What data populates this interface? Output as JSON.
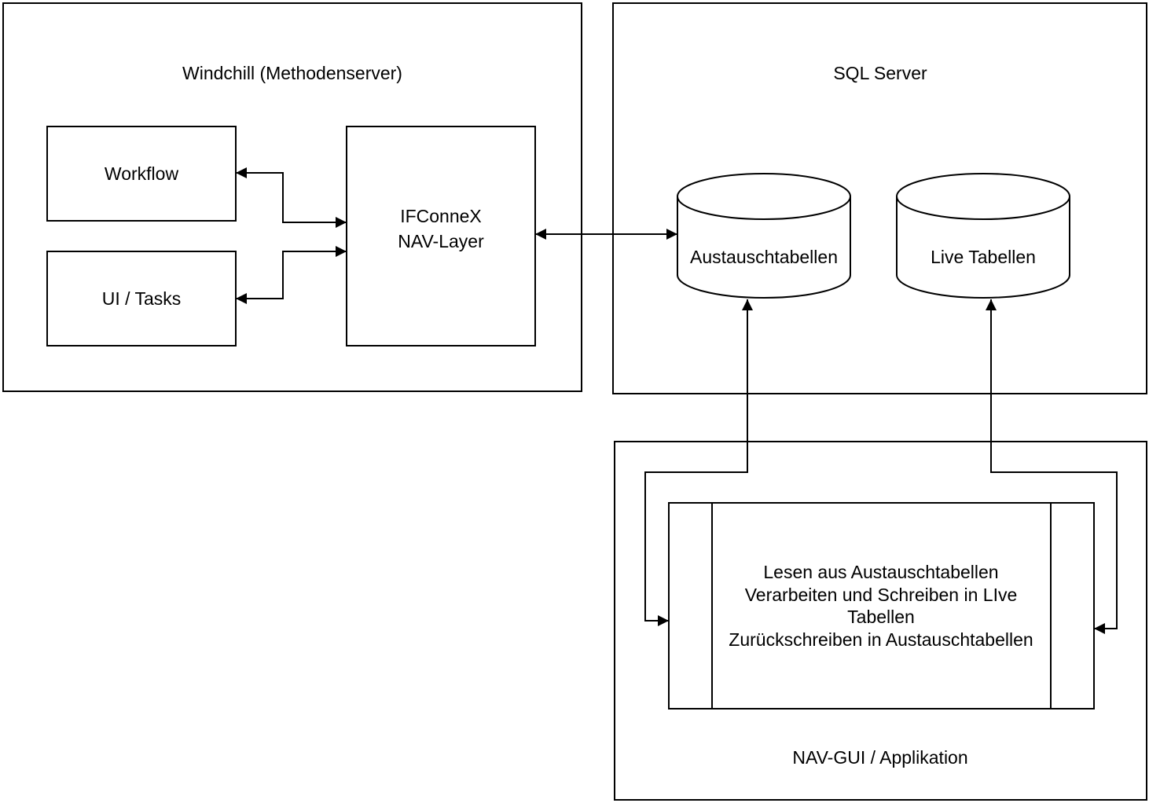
{
  "colors": {
    "stroke": "#000000",
    "background": "#ffffff"
  },
  "windchill": {
    "title": "Windchill (Methodenserver)",
    "workflow": "Workflow",
    "ui_tasks": "UI / Tasks",
    "ifconnex": {
      "lines": [
        "IFConneX",
        "NAV-Layer"
      ]
    }
  },
  "sql_server": {
    "title": "SQL Server",
    "austauschtabellen": "Austauschtabellen",
    "live_tabellen": "Live Tabellen"
  },
  "nav_gui": {
    "title": "NAV-GUI / Applikation",
    "process": {
      "lines": [
        "Lesen aus Austauschtabellen",
        "Verarbeiten und Schreiben in LIve",
        "Tabellen",
        "Zurückschreiben in Austauschtabellen"
      ]
    }
  }
}
